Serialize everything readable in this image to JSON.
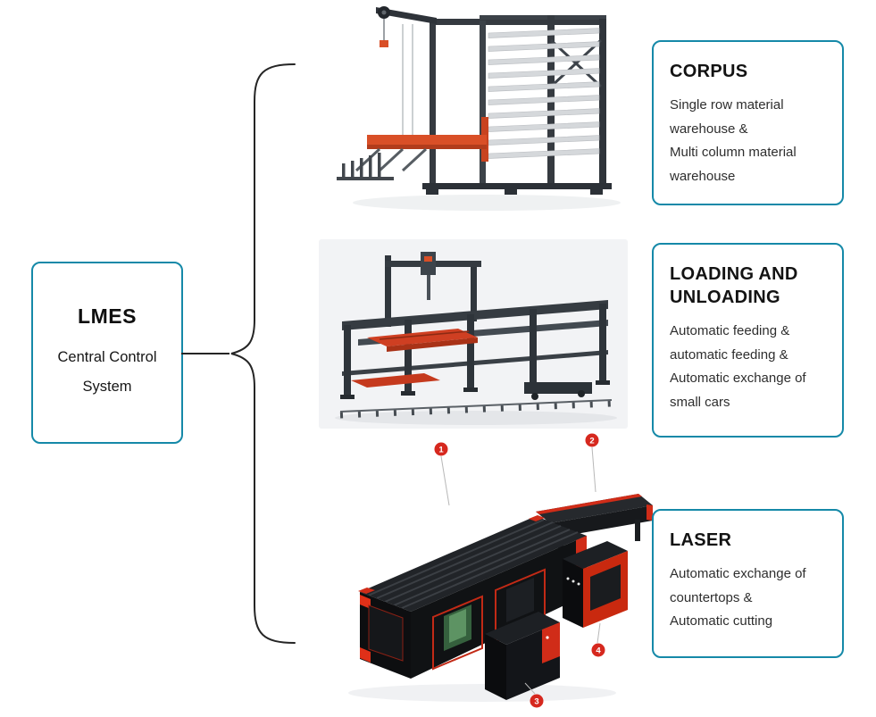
{
  "root": {
    "title": "LMES",
    "subtitle": "Central Control System"
  },
  "branches": [
    {
      "title": "CORPUS",
      "description": "Single row material warehouse &\nMulti column material warehouse",
      "image": "material-warehouse-machine"
    },
    {
      "title": "LOADING AND UNLOADING",
      "description": "Automatic feeding &\nautomatic feeding &\nAutomatic exchange of small cars",
      "image": "loading-unloading-machine"
    },
    {
      "title": "LASER",
      "description": "Automatic exchange of countertops &\nAutomatic cutting",
      "image": "laser-cutting-machine",
      "markers": [
        "1",
        "2",
        "3",
        "4"
      ]
    }
  ],
  "colors": {
    "accent_border": "#1589a8",
    "machine_red": "#d93a22",
    "marker_red": "#d6281e",
    "frame_gray": "#363c42"
  }
}
